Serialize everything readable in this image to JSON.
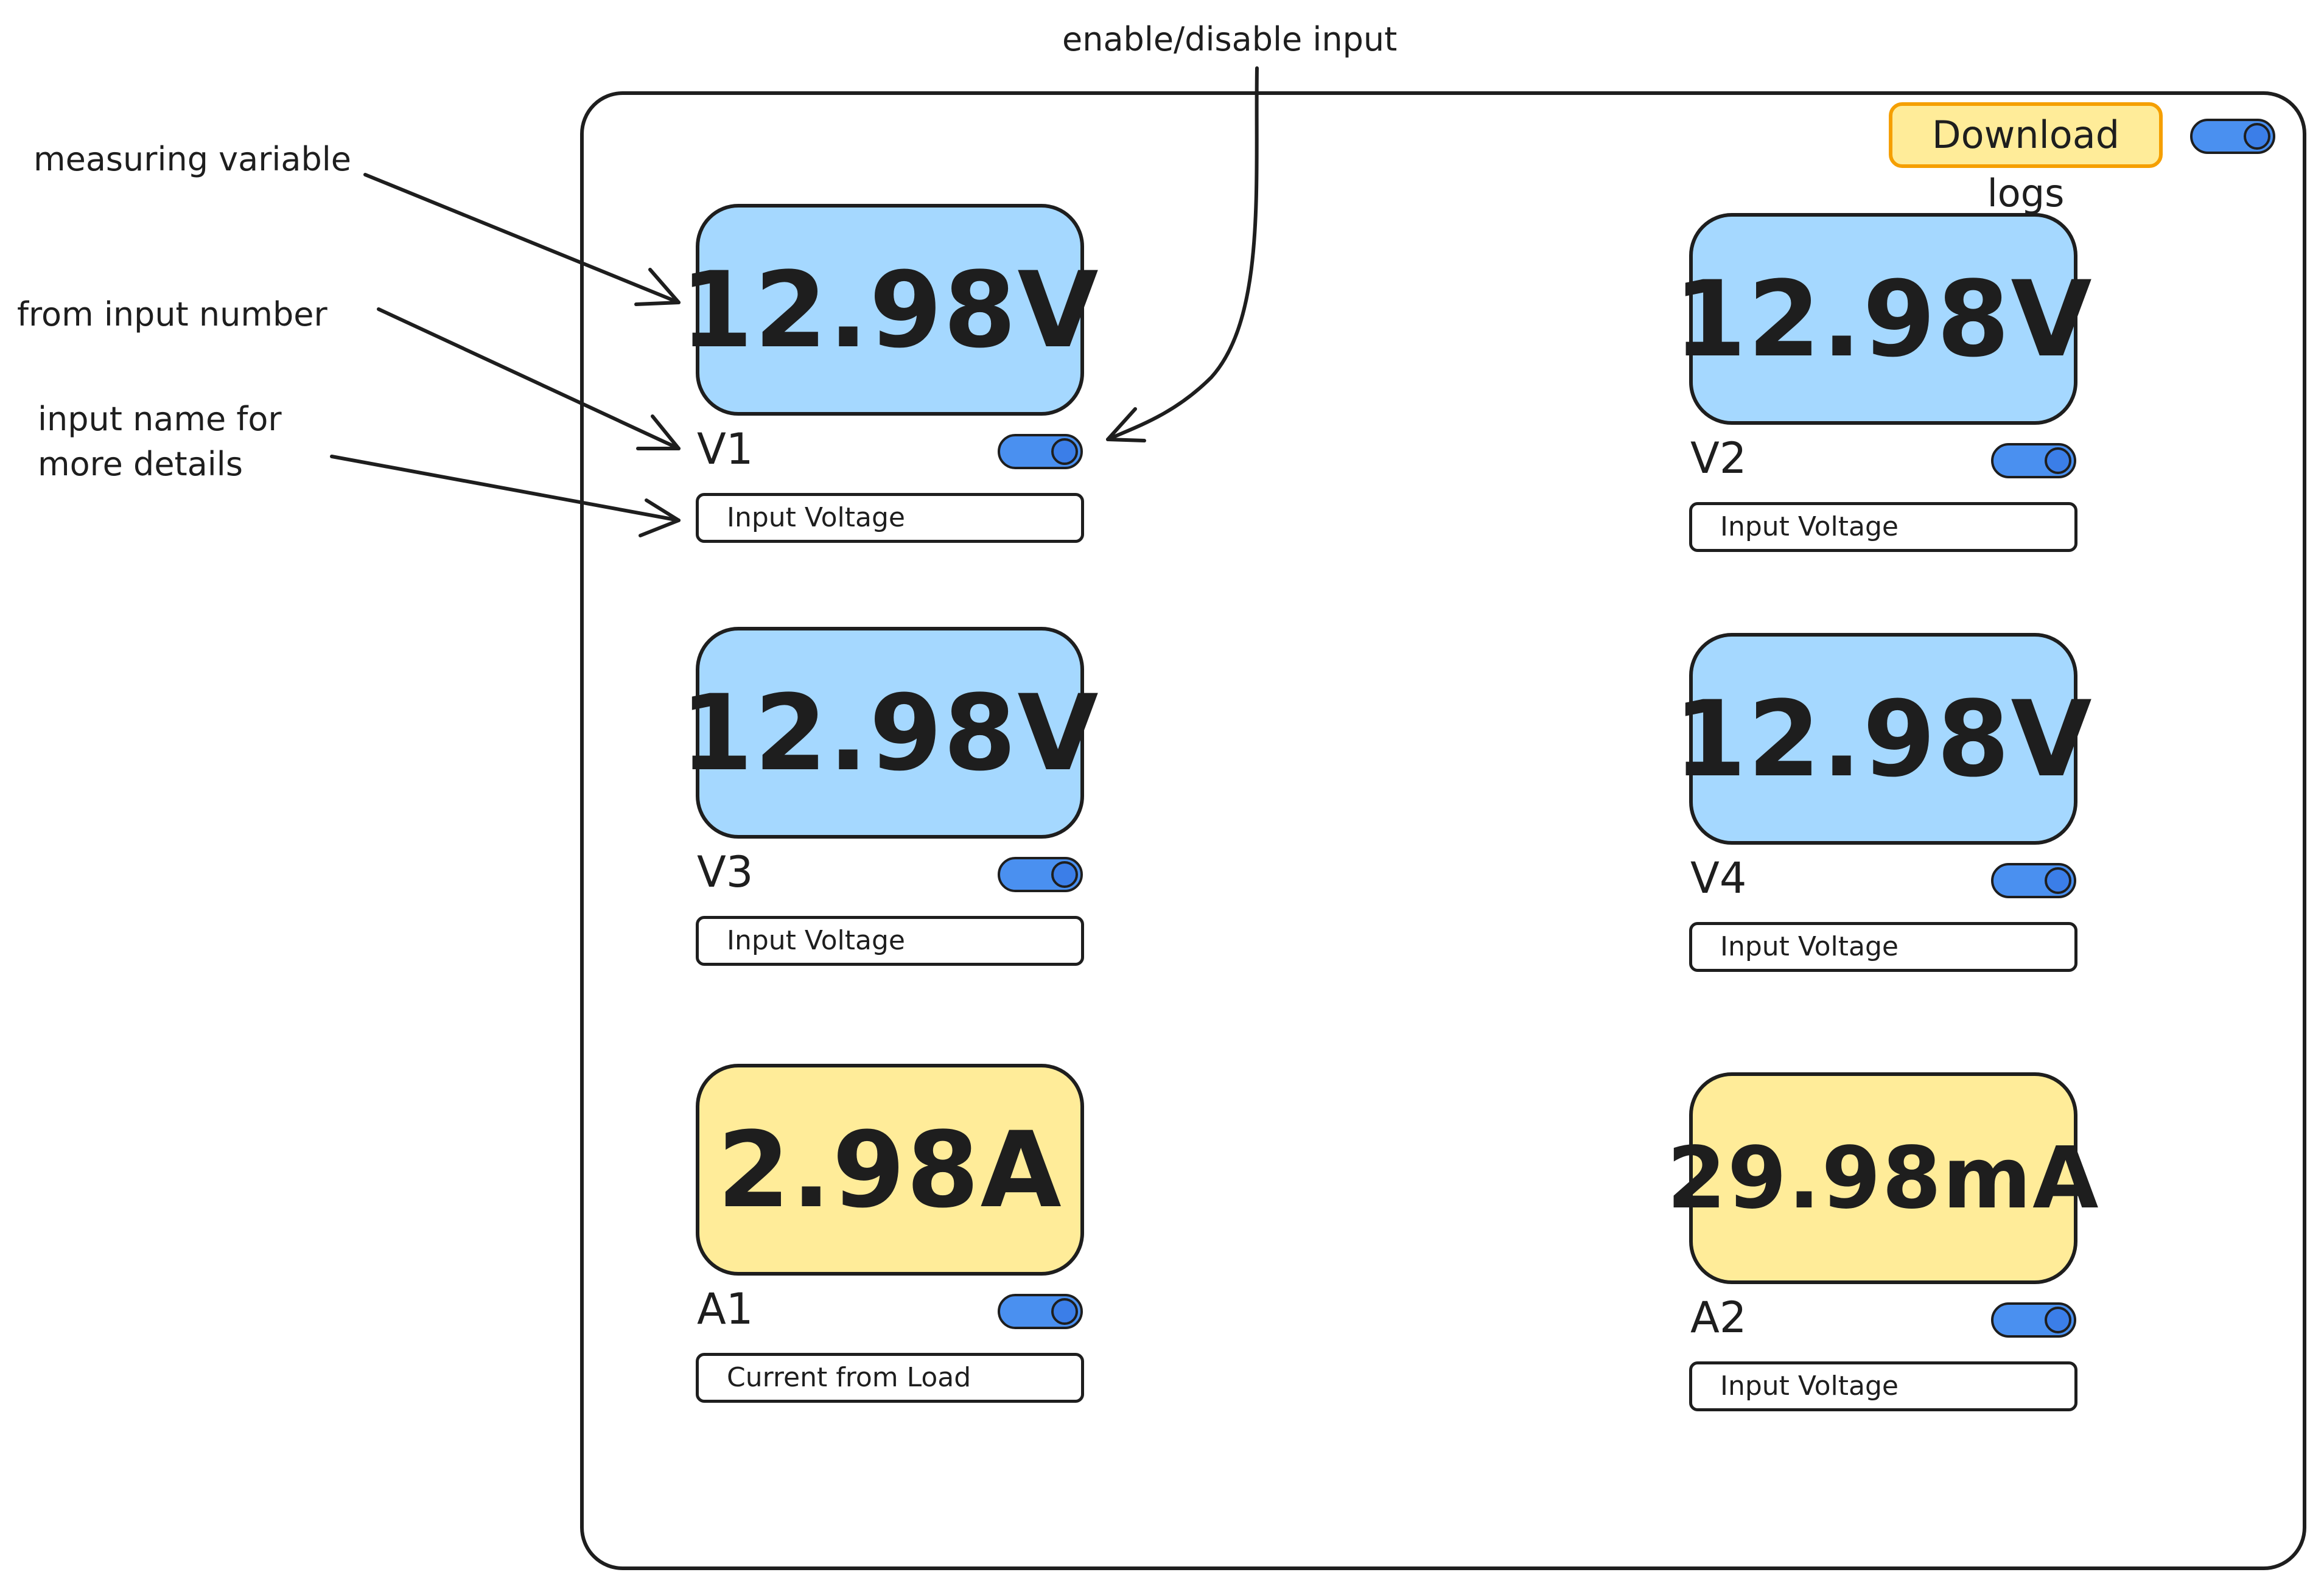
{
  "annotations": {
    "enable_disable": "enable/disable input",
    "measuring_variable": "measuring variable",
    "from_input_number": "from input number",
    "input_name": "input name for\nmore details"
  },
  "header": {
    "download_label": "Download logs",
    "global_toggle_on": true
  },
  "meters": [
    {
      "channel": "V1",
      "reading": "12.98V",
      "name": "Input Voltage",
      "enabled": true,
      "kind": "voltage"
    },
    {
      "channel": "V2",
      "reading": "12.98V",
      "name": "Input Voltage",
      "enabled": true,
      "kind": "voltage"
    },
    {
      "channel": "V3",
      "reading": "12.98V",
      "name": "Input Voltage",
      "enabled": true,
      "kind": "voltage"
    },
    {
      "channel": "V4",
      "reading": "12.98V",
      "name": "Input Voltage",
      "enabled": true,
      "kind": "voltage"
    },
    {
      "channel": "A1",
      "reading": "2.98A",
      "name": "Current from Load",
      "enabled": true,
      "kind": "current"
    },
    {
      "channel": "A2",
      "reading": "29.98mA",
      "name": "Input Voltage",
      "enabled": true,
      "kind": "current"
    }
  ],
  "colors": {
    "voltage_display": "#a5d8ff",
    "current_display": "#ffec99",
    "toggle_on": "#4a90f0",
    "download_border": "#f59f00",
    "stroke": "#1e1e1e"
  }
}
